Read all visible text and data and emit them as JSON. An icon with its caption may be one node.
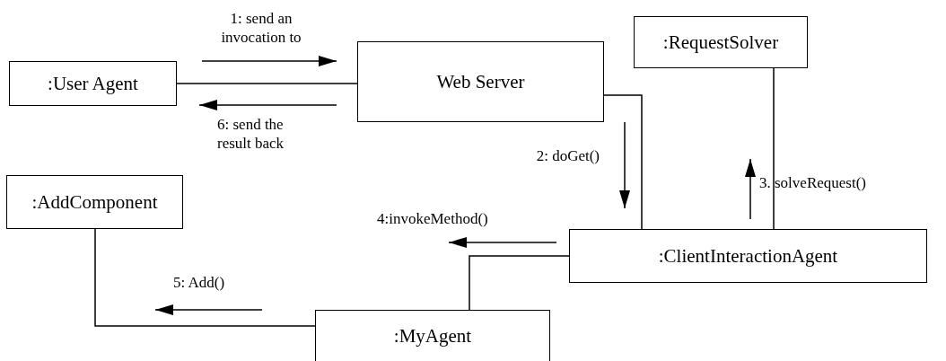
{
  "diagram": {
    "nodes": [
      {
        "text": [
          ":User Agent"
        ]
      },
      {
        "text": [
          "Web Server"
        ]
      },
      {
        "text": [
          ":RequestSolver"
        ]
      },
      {
        "text": [
          ":AddComponent"
        ]
      },
      {
        "text": [
          ":ClientInteractionAgent"
        ]
      },
      {
        "text": [
          ":MyAgent"
        ]
      }
    ],
    "edges": [
      {
        "from": 0,
        "to": 1,
        "arrow": "none"
      },
      {
        "from": 1,
        "to": 4,
        "arrow": "none"
      },
      {
        "from": 2,
        "to": 4,
        "arrow": "none"
      },
      {
        "from": 4,
        "to": 5,
        "arrow": "none"
      },
      {
        "from": 3,
        "to": 5,
        "arrow": "none"
      }
    ],
    "labels": [
      "1: send an invocation to",
      "6: send the result back",
      "2: doGet()",
      "3. solveRequest()",
      "4:invokeMethod()",
      "5: Add()"
    ]
  }
}
